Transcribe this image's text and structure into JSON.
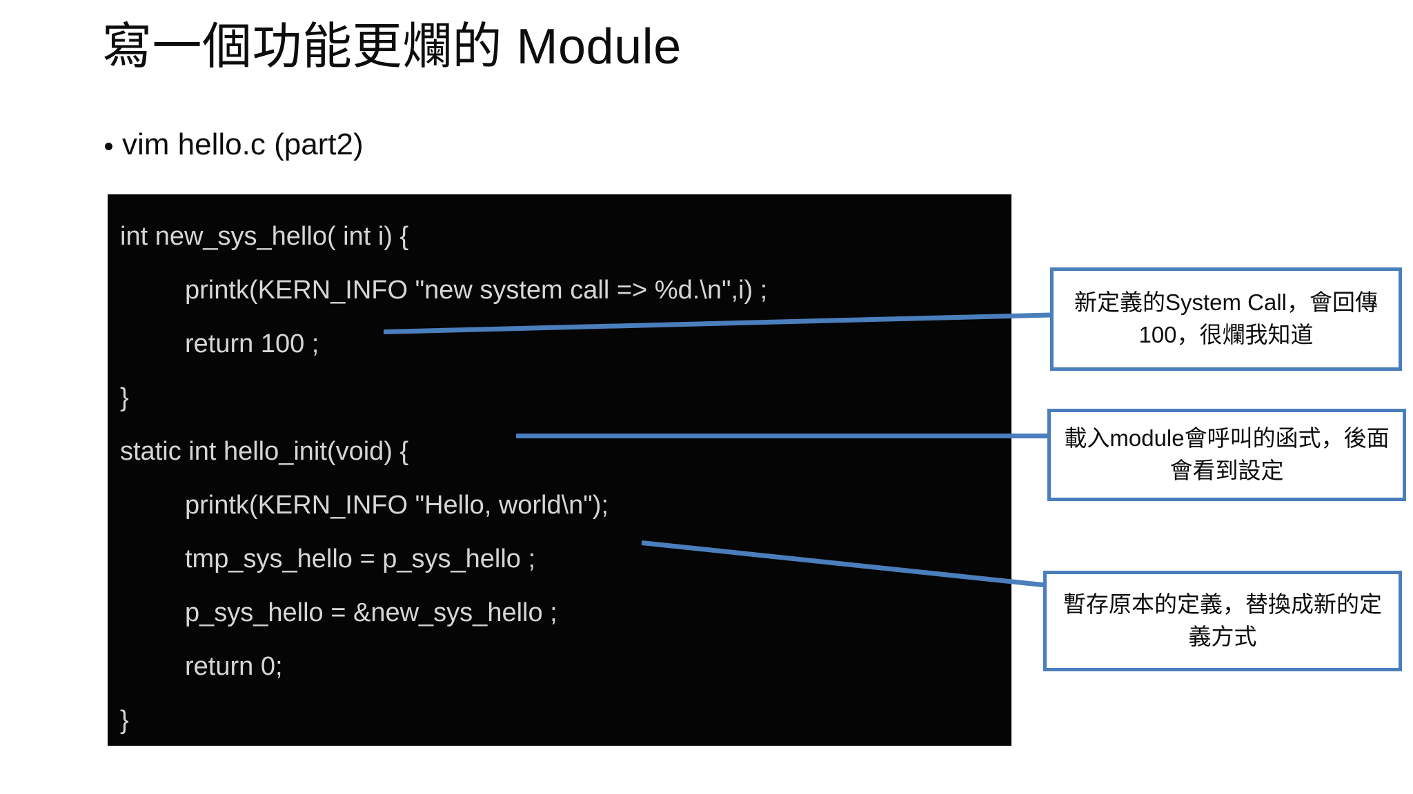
{
  "slide": {
    "title": "寫一個功能更爛的 Module",
    "bullet": {
      "marker": "bullet-dot",
      "text": "vim hello.c  (part2)"
    },
    "code_block": {
      "background_color": "#050505",
      "text_color": "#d6d6d6",
      "lines": [
        {
          "text": "int new_sys_hello( int i) {",
          "indent": false
        },
        {
          "text": "printk(KERN_INFO \"new system call => %d.\\n\",i) ;",
          "indent": true
        },
        {
          "text": "return 100 ;",
          "indent": true
        },
        {
          "text": "}",
          "indent": false
        },
        {
          "text": "static int hello_init(void) {",
          "indent": false
        },
        {
          "text": "printk(KERN_INFO \"Hello, world\\n\");",
          "indent": true
        },
        {
          "text": "tmp_sys_hello = p_sys_hello ;",
          "indent": true
        },
        {
          "text": "p_sys_hello = &new_sys_hello ;",
          "indent": true
        },
        {
          "text": "return 0;",
          "indent": true
        },
        {
          "text": "}",
          "indent": false
        }
      ]
    },
    "callouts": [
      {
        "id": "callout-1",
        "text": "新定義的System Call，會回傳100，很爛我知道",
        "border_color": "#4a7ebc"
      },
      {
        "id": "callout-2",
        "text": "載入module會呼叫的函式，後面會看到設定",
        "border_color": "#4a7ebc"
      },
      {
        "id": "callout-3",
        "text": "暫存原本的定義，替換成新的定義方式",
        "border_color": "#4a7ebc"
      }
    ],
    "connectors": [
      {
        "id": "connector-1",
        "color": "#4a7ebc",
        "from_line": "return 100 ;",
        "to_callout": "callout-1"
      },
      {
        "id": "connector-2",
        "color": "#4a7ebc",
        "from_line": "static int hello_init(void) {",
        "to_callout": "callout-2"
      },
      {
        "id": "connector-3",
        "color": "#4a7ebc",
        "from_line": "tmp_sys_hello = p_sys_hello ;",
        "to_callout": "callout-3"
      }
    ]
  }
}
